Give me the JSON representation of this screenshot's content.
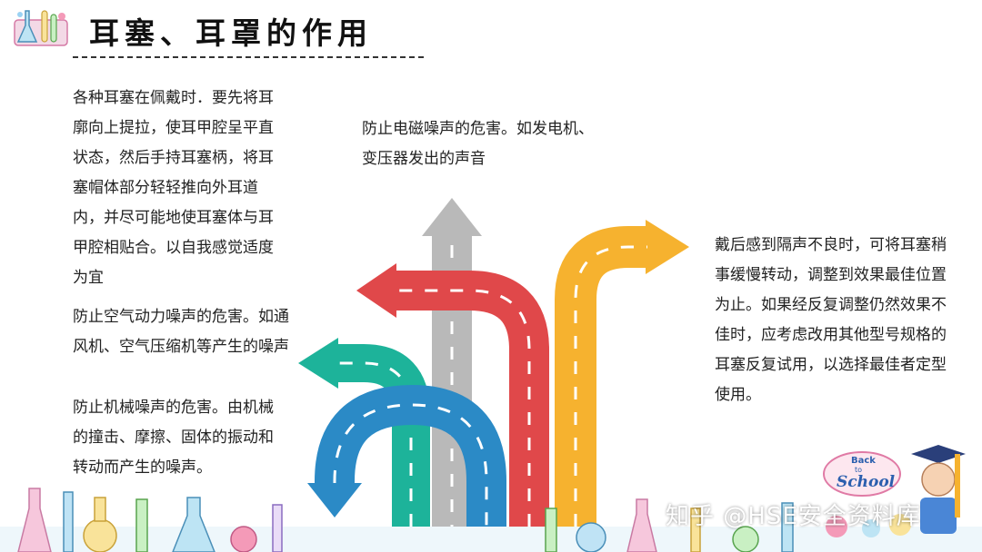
{
  "header": {
    "title": "耳塞、耳罩的作用"
  },
  "blocks": {
    "wear_method": "各种耳塞在佩戴时．要先将耳廓向上提拉，使耳甲腔呈平直状态，然后手持耳塞柄，将耳塞帽体部分轻轻推向外耳道内，并尽可能地使耳塞体与耳甲腔相贴合。以自我感觉适度为宜",
    "electromagnetic": "防止电磁噪声的危害。如发电机、变压器发出的声音",
    "adjust": "戴后感到隔声不良时，可将耳塞稍事缓慢转动，调整到效果最佳位置为止。如果经反复调整仍然效果不佳时，应考虑改用其他型号规格的耳塞反复试用，以选择最佳者定型使用。",
    "aerodynamic": "防止空气动力噪声的危害。如通风机、空气压缩机等产生的噪声",
    "mechanical": "防止机械噪声的危害。由机械的撞击、摩擦、固体的振动和转动而产生的噪声。"
  },
  "school_sign": {
    "line1": "Back",
    "line2": "to",
    "line3": "School"
  },
  "watermark": "知乎 @HSE安全资料库",
  "colors": {
    "arrow_gray": "#b9b9b9",
    "arrow_red": "#e0484a",
    "arrow_yellow": "#f6b22f",
    "arrow_teal": "#1db39a",
    "arrow_blue": "#2b8ac6"
  }
}
